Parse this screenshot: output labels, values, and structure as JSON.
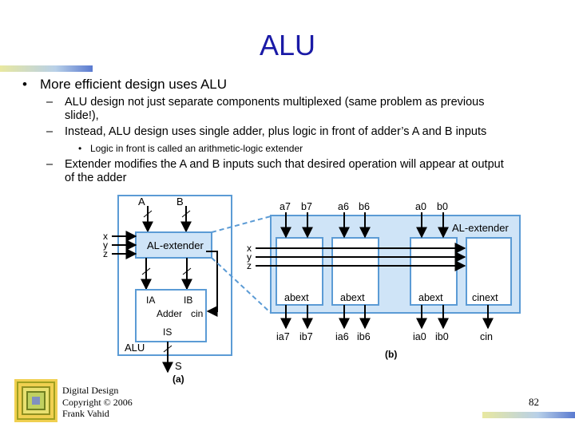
{
  "slide": {
    "title": "ALU",
    "bullet": "More efficient design uses ALU",
    "sub1_line1": "ALU design not just separate components multiplexed (same problem as previous",
    "sub1_line2": "slide!),",
    "sub2": "Instead, ALU design uses single adder, plus logic in front of adder’s A and B inputs",
    "subsub": "Logic in front is called an arithmetic-logic extender",
    "sub3_line1": "Extender modifies the A and B inputs such that desired operation will appear at output",
    "sub3_line2": "of the adder",
    "bullet_char": "•",
    "dash_char": "–"
  },
  "figure": {
    "left": {
      "input_a": "A",
      "input_b": "B",
      "x": "x",
      "y": "y",
      "z": "z",
      "extender": "AL-extender",
      "ia": "IA",
      "ib": "IB",
      "adder": "Adder",
      "cin": "cin",
      "is": "IS",
      "alu": "ALU",
      "s": "S",
      "caption": "(a)"
    },
    "right": {
      "top_labels": [
        "a7",
        "b7",
        "a6",
        "b6",
        "a0",
        "b0"
      ],
      "extender": "AL-extender",
      "x": "x",
      "y": "y",
      "z": "z",
      "cell_labels": [
        "abext",
        "abext",
        "abext",
        "cinext"
      ],
      "bottom_labels": [
        "ia7",
        "ib7",
        "ia6",
        "ib6",
        "ia0",
        "ib0",
        "cin"
      ],
      "caption": "(b)"
    }
  },
  "footer": {
    "line1": "Digital Design",
    "line2": "Copyright © 2006",
    "line3": "Frank Vahid",
    "page": "82"
  },
  "colors": {
    "title": "#1a1aa6",
    "diagram_outline": "#5b9bd5",
    "extender_fill": "#cfe4f7"
  }
}
